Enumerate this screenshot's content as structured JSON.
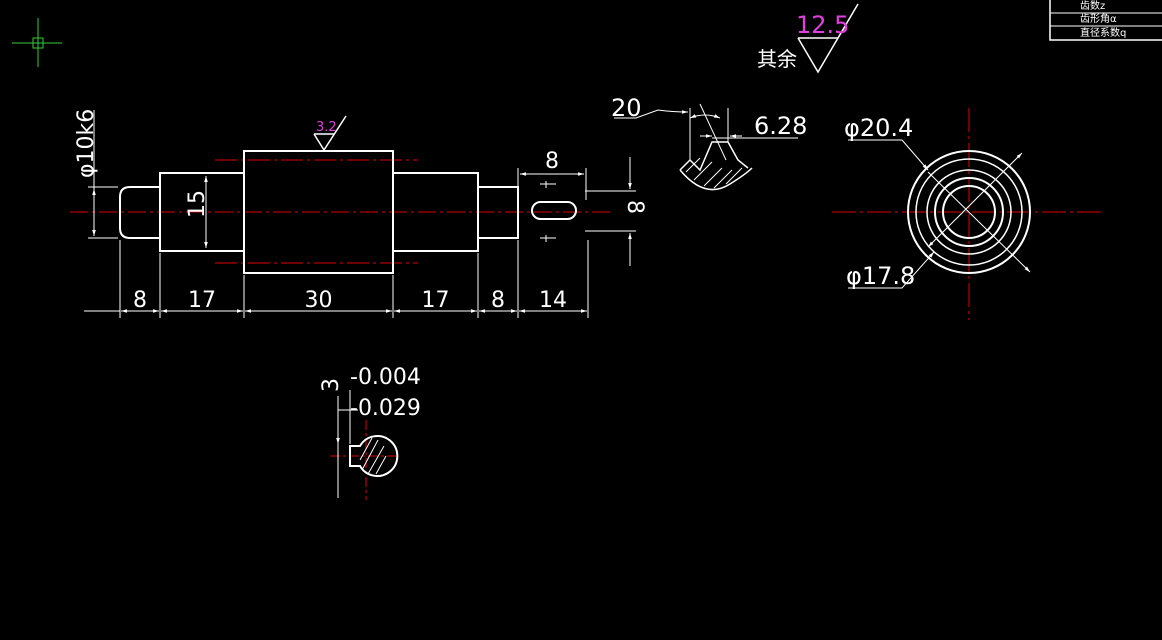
{
  "colors": {
    "background": "#000000",
    "outline": "#ffffff",
    "centerline": "#e00000",
    "roughness": "#e040e0",
    "cursor": "#33cc33"
  },
  "title_block": {
    "row1": "齿数z",
    "row2": "齿形角α",
    "row3": "直径系数q"
  },
  "roughness": {
    "value": "12.5",
    "rest_label": "其余",
    "shaft_value": "3.2"
  },
  "shaft": {
    "diameter_label": "φ10k6",
    "shoulder_dim": "15",
    "lengths": [
      "8",
      "17",
      "30",
      "17",
      "8",
      "14"
    ],
    "keyway_length": "8",
    "keyway_height": "8"
  },
  "thread": {
    "angle": "20",
    "pitch": "6.28"
  },
  "worm_section": {
    "outer_dia": "φ20.4",
    "root_dia": "φ17.8"
  },
  "key_section": {
    "width": "3",
    "upper_dev": "-0.004",
    "lower_dev": "-0.029"
  }
}
